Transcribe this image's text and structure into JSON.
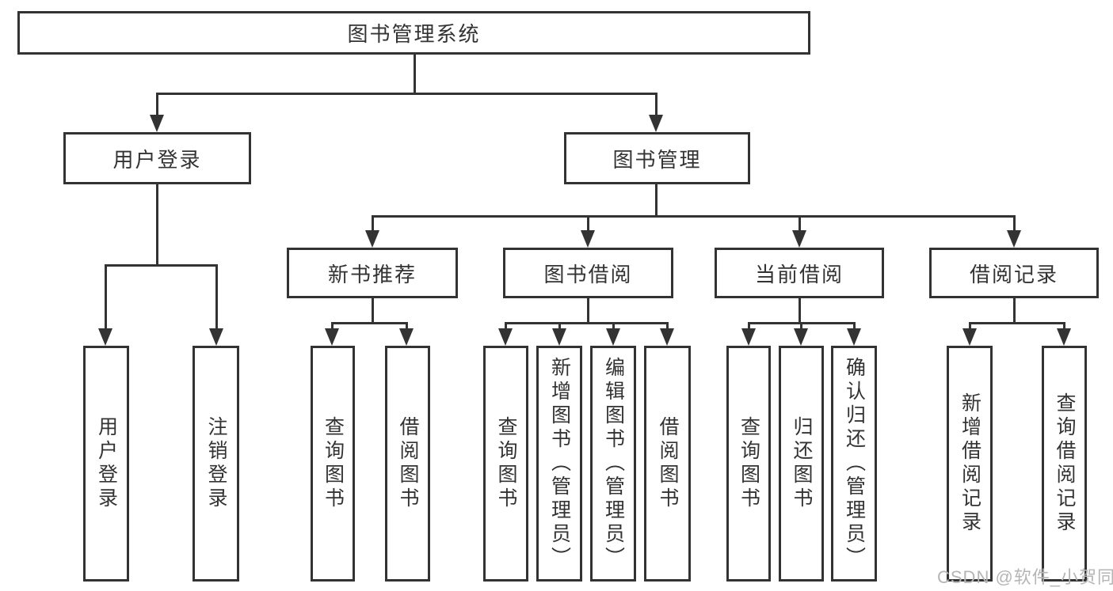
{
  "diagram": {
    "root": "图书管理系统",
    "level2": [
      "用户登录",
      "图书管理"
    ],
    "level3": [
      "新书推荐",
      "图书借阅",
      "当前借阅",
      "借阅记录"
    ],
    "leaves": {
      "login": [
        "用户登录",
        "注销登录"
      ],
      "newbook": [
        "查询图书",
        "借阅图书"
      ],
      "borrow": [
        "查询图书",
        "新增图书（管理员）",
        "编辑图书（管理员）",
        "借阅图书"
      ],
      "current": [
        "查询图书",
        "归还图书",
        "确认归还（管理员）"
      ],
      "records": [
        "新增借阅记录",
        "查询借阅记录"
      ]
    }
  },
  "watermark": "CSDN @软件_小贺同学",
  "colors": {
    "line": "#333333",
    "text": "#333333",
    "watermark": "#b5b5b5",
    "background": "#ffffff"
  }
}
